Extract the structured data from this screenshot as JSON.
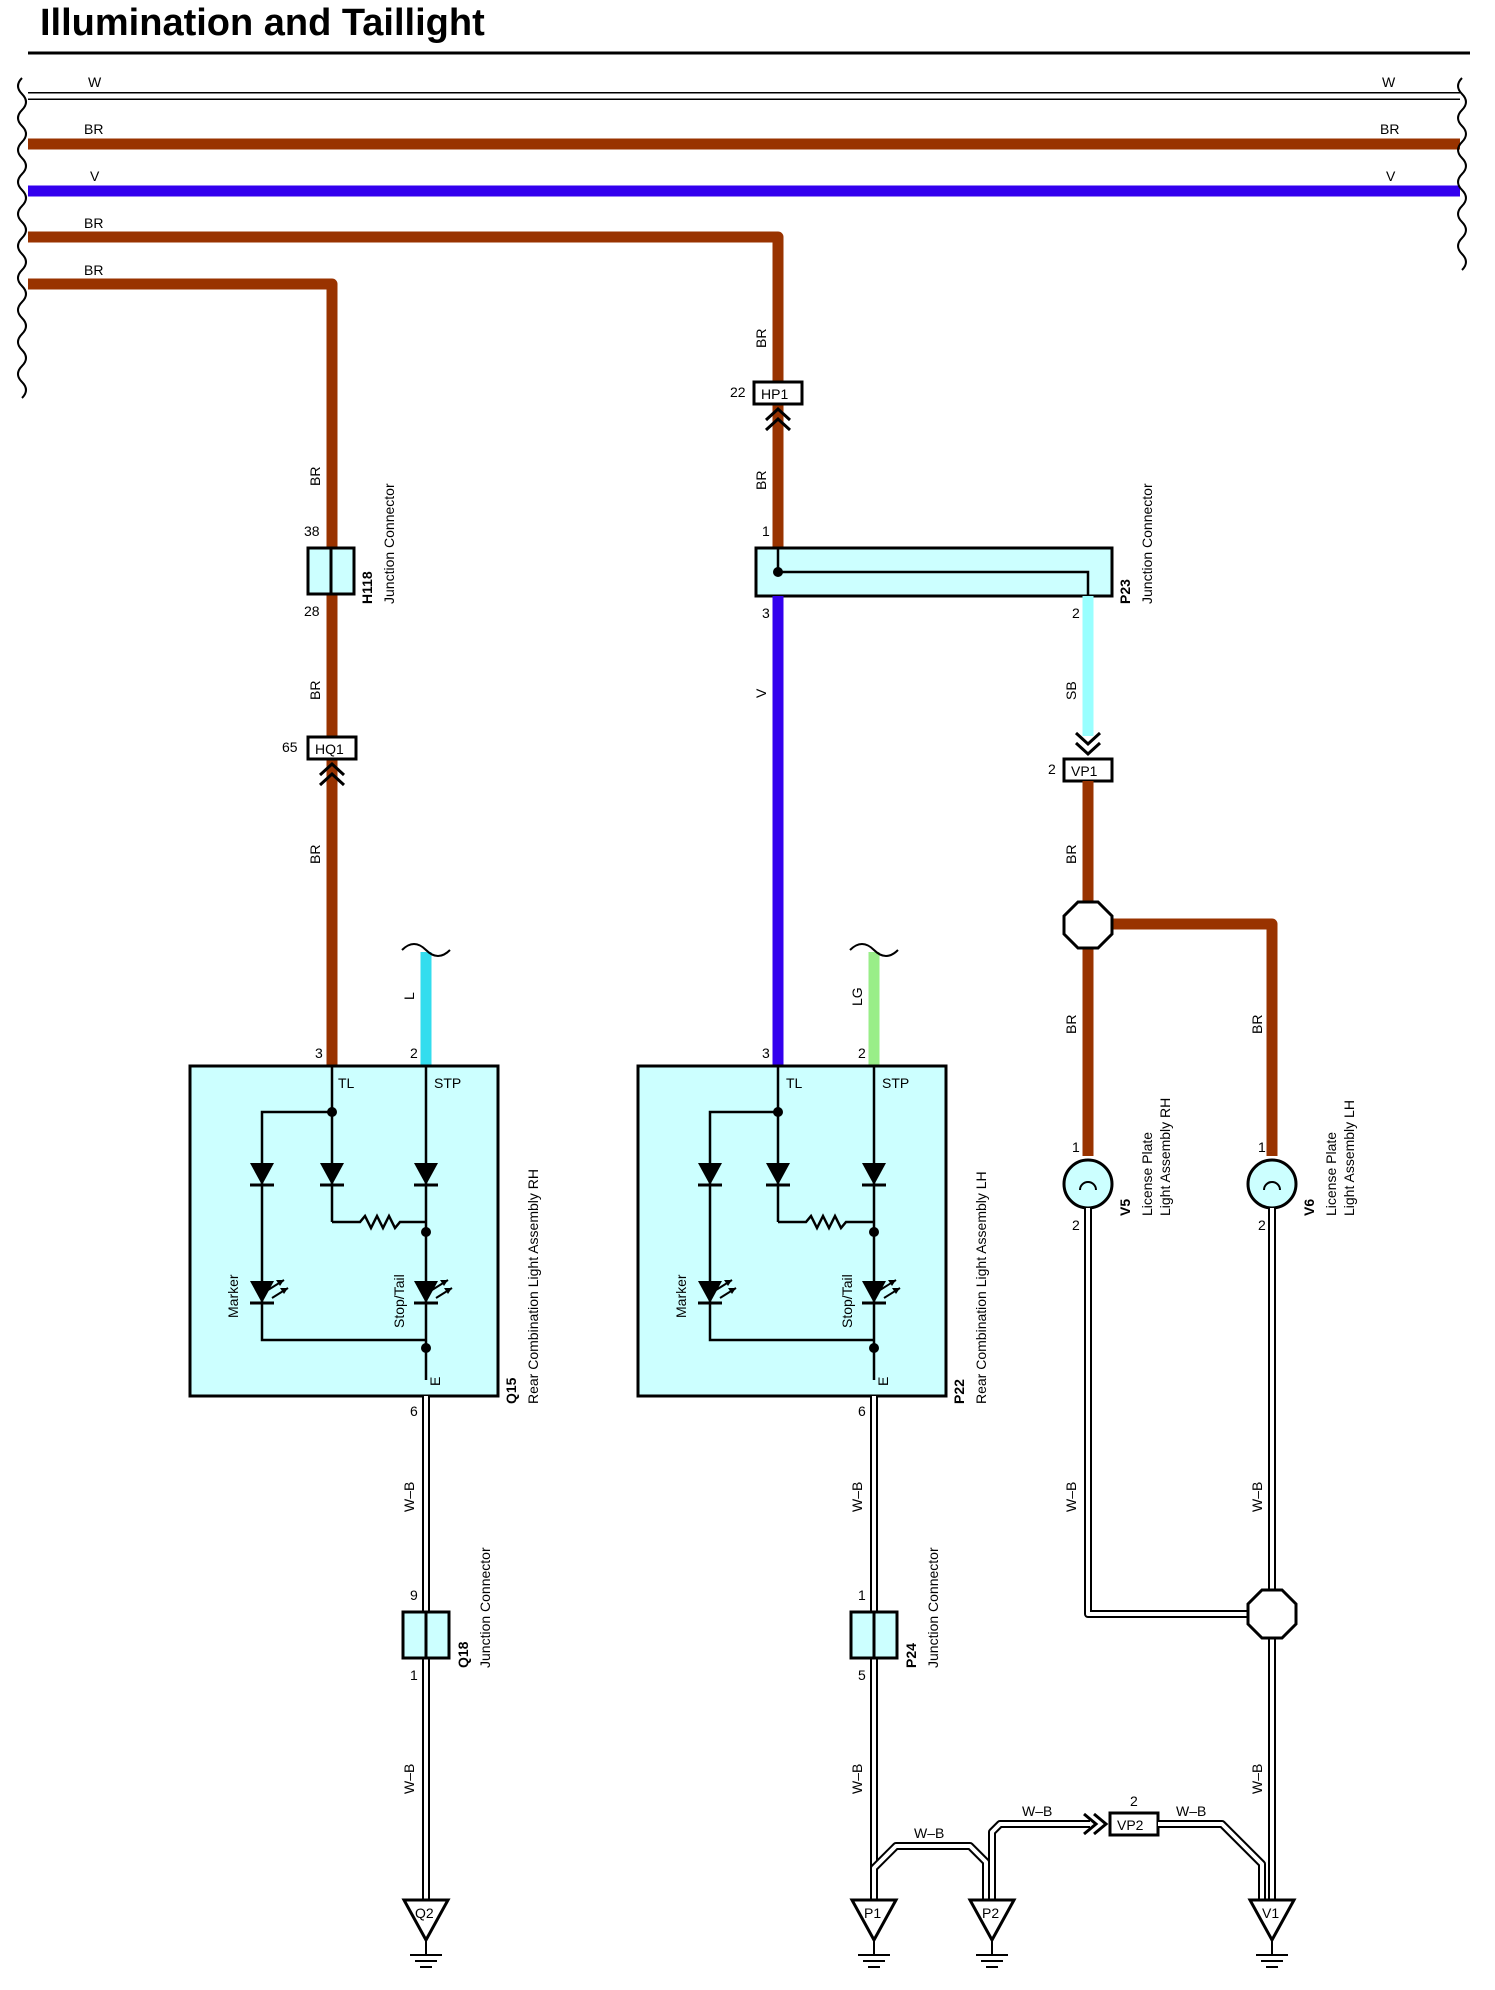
{
  "title": "Illumination and Taillight",
  "colors": {
    "brown": "#993300",
    "violet": "#3300EE",
    "sky_blue": "#99FFFF",
    "light_blue": "#33DDEE",
    "light_green": "#99EE88",
    "component_fill": "#CCFFFF"
  },
  "bus_wires": [
    {
      "label_left": "W",
      "label_right": "W"
    },
    {
      "label_left": "BR",
      "label_right": "BR"
    },
    {
      "label_left": "V",
      "label_right": "V"
    },
    {
      "label_left": "BR"
    },
    {
      "label_left": "BR"
    }
  ],
  "wire_labels": {
    "br": "BR",
    "v": "V",
    "sb": "SB",
    "l": "L",
    "lg": "LG",
    "wb": "W–B"
  },
  "connectors": {
    "hp1": {
      "code": "HP1",
      "pin": "22"
    },
    "hq1": {
      "code": "HQ1",
      "pin": "65"
    },
    "vp1": {
      "code": "VP1",
      "pin": "2"
    },
    "vp2": {
      "code": "VP2",
      "pin": "2"
    }
  },
  "junctions": {
    "h118": {
      "code": "H118",
      "desc": "Junction Connector",
      "pin_top": "38",
      "pin_bottom": "28"
    },
    "p23": {
      "code": "P23",
      "desc": "Junction Connector",
      "pin1": "1",
      "pin2": "2",
      "pin3": "3"
    },
    "q18": {
      "code": "Q18",
      "desc": "Junction Connector",
      "pin_top": "9",
      "pin_bottom": "1"
    },
    "p24": {
      "code": "P24",
      "desc": "Junction Connector",
      "pin_top": "1",
      "pin_bottom": "5"
    }
  },
  "rear_rh": {
    "code": "Q15",
    "desc": "Rear Combination Light Assembly RH",
    "tl": "TL",
    "stp": "STP",
    "e": "E",
    "pin_tl": "3",
    "pin_stp": "2",
    "pin_e": "6",
    "marker": "Marker",
    "stop_tail": "Stop/Tail"
  },
  "rear_lh": {
    "code": "P22",
    "desc": "Rear Combination Light Assembly LH",
    "tl": "TL",
    "stp": "STP",
    "e": "E",
    "pin_tl": "3",
    "pin_stp": "2",
    "pin_e": "6",
    "marker": "Marker",
    "stop_tail": "Stop/Tail"
  },
  "license_rh": {
    "code": "V5",
    "desc1": "License Plate",
    "desc2": "Light Assembly RH",
    "pin1": "1",
    "pin2": "2"
  },
  "license_lh": {
    "code": "V6",
    "desc1": "License Plate",
    "desc2": "Light Assembly LH",
    "pin1": "1",
    "pin2": "2"
  },
  "grounds": [
    "Q2",
    "P1",
    "P2",
    "V1"
  ]
}
